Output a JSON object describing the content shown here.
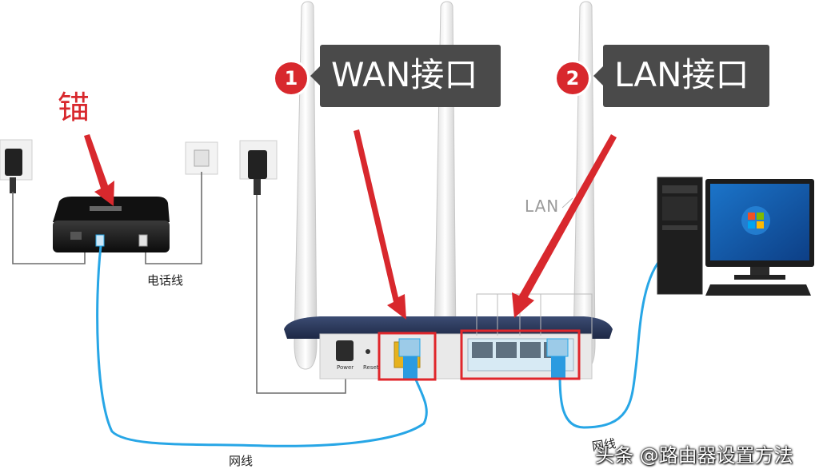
{
  "callouts": {
    "wan": {
      "num": "1",
      "label": "WAN接口"
    },
    "lan": {
      "num": "2",
      "label": "LAN接口"
    }
  },
  "labels": {
    "modem_word": "锚",
    "phone_line": "电话线",
    "network_cable_bottom": "网线",
    "network_cable_right": "网线",
    "router_lan_print": "LAN",
    "power_port": "Power",
    "reset_port": "Reset"
  },
  "watermark": "头条 @路由器设置方法",
  "colors": {
    "callout_bg": "#4a4a4a",
    "badge": "#d8282d",
    "arrow": "#d8282d",
    "cable_blue": "#27a6e6",
    "highlight_box": "#e0262b",
    "wan_port": "#e6b21e"
  }
}
